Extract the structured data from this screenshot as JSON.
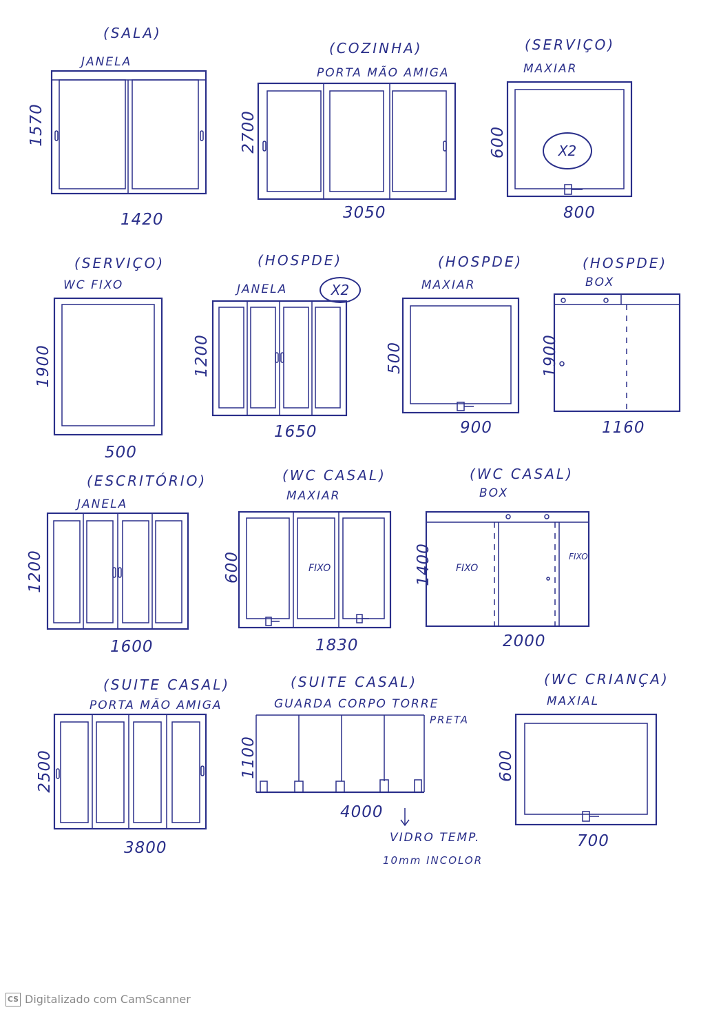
{
  "items": [
    {
      "room": "(SALA)",
      "type": "JANELA",
      "width": "1420",
      "height": "1570"
    },
    {
      "room": "(COZINHA)",
      "type": "PORTA MÃO AMIGA",
      "width": "3050",
      "height": "2700"
    },
    {
      "room": "(SERVIÇO)",
      "type": "MAXIAR",
      "width": "800",
      "height": "600",
      "quantity": "X2"
    },
    {
      "room": "(SERVIÇO)",
      "type": "WC FIXO",
      "width": "500",
      "height": "1900"
    },
    {
      "room": "(HOSPDE)",
      "type": "JANELA",
      "width": "1650",
      "height": "1200",
      "quantity": "X2"
    },
    {
      "room": "(HOSPDE)",
      "type": "MAXIAR",
      "width": "900",
      "height": "500"
    },
    {
      "room": "(HOSPDE)",
      "type": "BOX",
      "width": "1160",
      "height": "1900"
    },
    {
      "room": "(ESCRITÓRIO)",
      "type": "JANELA",
      "width": "1600",
      "height": "1200"
    },
    {
      "room": "(WC CASAL)",
      "type": "MAXIAR",
      "width": "1830",
      "height": "600",
      "panel_label": "FIXO"
    },
    {
      "room": "(WC CASAL)",
      "type": "BOX",
      "width": "2000",
      "height": "1400",
      "panel_label_left": "FIXO",
      "panel_label_right": "FIXO"
    },
    {
      "room": "(SUITE CASAL)",
      "type": "PORTA MÃO AMIGA",
      "width": "3800",
      "height": "2500"
    },
    {
      "room": "(SUITE CASAL)",
      "type": "GUARDA CORPO TORRE",
      "type_note": "PRETA",
      "width": "4000",
      "height": "1100",
      "glass_note_1": "VIDRO TEMP.",
      "glass_note_2": "10mm INCOLOR"
    },
    {
      "room": "(WC CRIANÇA)",
      "type": "MAXIAL",
      "width": "700",
      "height": "600"
    }
  ],
  "footer": {
    "logo": "CS",
    "text": "Digitalizado com CamScanner"
  },
  "colors": {
    "ink": "#2a2f8a",
    "footer_text": "#8a8a8a"
  }
}
